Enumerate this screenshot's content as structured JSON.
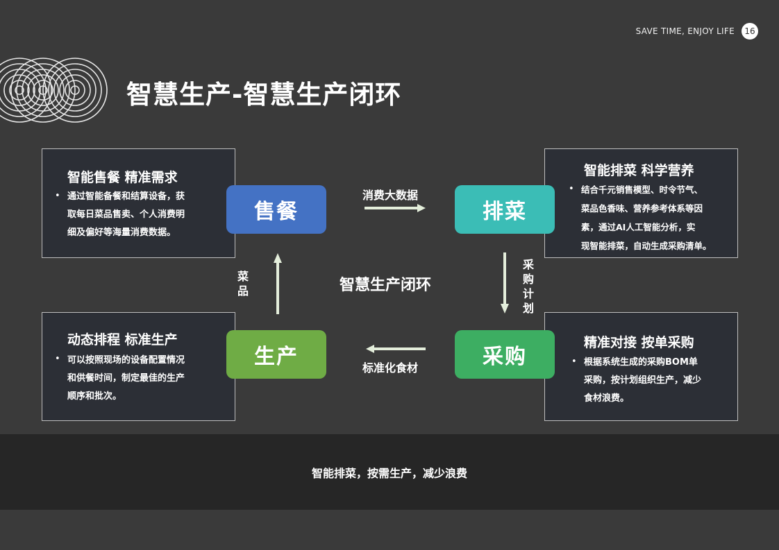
{
  "header": {
    "slogan": "SAVE TIME, ENJOY LIFE",
    "page_number": "16"
  },
  "title": "智慧生产-智慧生产闭环",
  "center_label": "智慧生产闭环",
  "nodes": {
    "sales": {
      "label": "售餐",
      "color": "#4472c4"
    },
    "menu": {
      "label": "排菜",
      "color": "#3bbdb6"
    },
    "purchase": {
      "label": "采购",
      "color": "#3dae62"
    },
    "production": {
      "label": "生产",
      "color": "#6fac45"
    }
  },
  "flows": {
    "sales_to_menu": "消费大数据",
    "menu_to_purchase": "采购计划",
    "purchase_to_production": "标准化食材",
    "production_to_sales": "菜品"
  },
  "panels": {
    "sales": {
      "title": "智能售餐 精准需求",
      "lines": [
        "通过智能备餐和结算设备，获",
        "取每日菜品售卖、个人消费明",
        "细及偏好等海量消费数据。"
      ]
    },
    "menu": {
      "title": "智能排菜 科学营养",
      "lines": [
        "结合千元销售模型、时令节气、",
        "菜品色香味、营养参考体系等因",
        "素，通过AI人工智能分析，实",
        "现智能排菜，自动生成采购清单。"
      ]
    },
    "production": {
      "title": "动态排程 标准生产",
      "lines": [
        "可以按照现场的设备配置情况",
        "和供餐时间，制定最佳的生产",
        "顺序和批次。"
      ]
    },
    "purchase": {
      "title": "精准对接 按单采购",
      "lines": [
        "根据系统生成的采购BOM单",
        "采购，按计划组织生产，减少",
        "食材浪费。"
      ]
    }
  },
  "footer": {
    "text": "智能排菜，按需生产，减少浪费"
  },
  "colors": {
    "background": "#3a3a3a",
    "panel": "#2c2f36",
    "footer": "#262626",
    "arrow": "#e4eedb"
  }
}
